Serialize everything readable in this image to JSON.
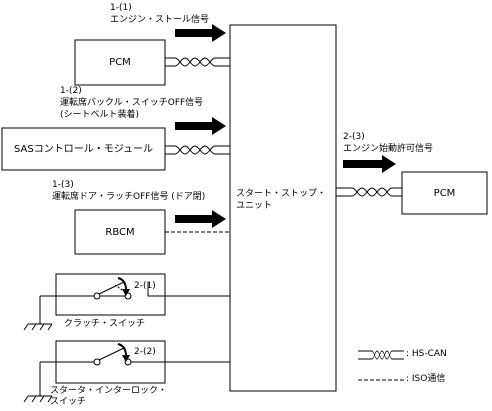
{
  "labels": {
    "signal_1_1_id": "1-(1)",
    "signal_1_1_name": "エンジン・ストール信号",
    "signal_1_2_id": "1-(2)",
    "signal_1_2_name": "運転席バックル・スイッチOFF信号",
    "signal_1_2_sub": "(シートベルト装着)",
    "signal_1_3_id": "1-(3)",
    "signal_1_3_name": "運転席ドア・ラッチOFF信号 (ドア閉)",
    "signal_2_3_id": "2-(3)",
    "signal_2_3_name": "エンジン始動許可信号",
    "switch_2_1_id": "2-(1)",
    "switch_2_2_id": "2-(2)"
  },
  "boxes": {
    "pcm_left": "PCM",
    "sas": "SASコントロール・モジュール",
    "rbcm": "RBCM",
    "center_line1": "スタート・ストップ・",
    "center_line2": "ユニット",
    "pcm_right": "PCM",
    "clutch_switch": "クラッチ・スイッチ",
    "starter_interlock_line1": "スタータ・インターロック・",
    "starter_interlock_line2": "スイッチ"
  },
  "legend": {
    "hs_can": ": HS-CAN",
    "iso": ": ISO通信"
  }
}
